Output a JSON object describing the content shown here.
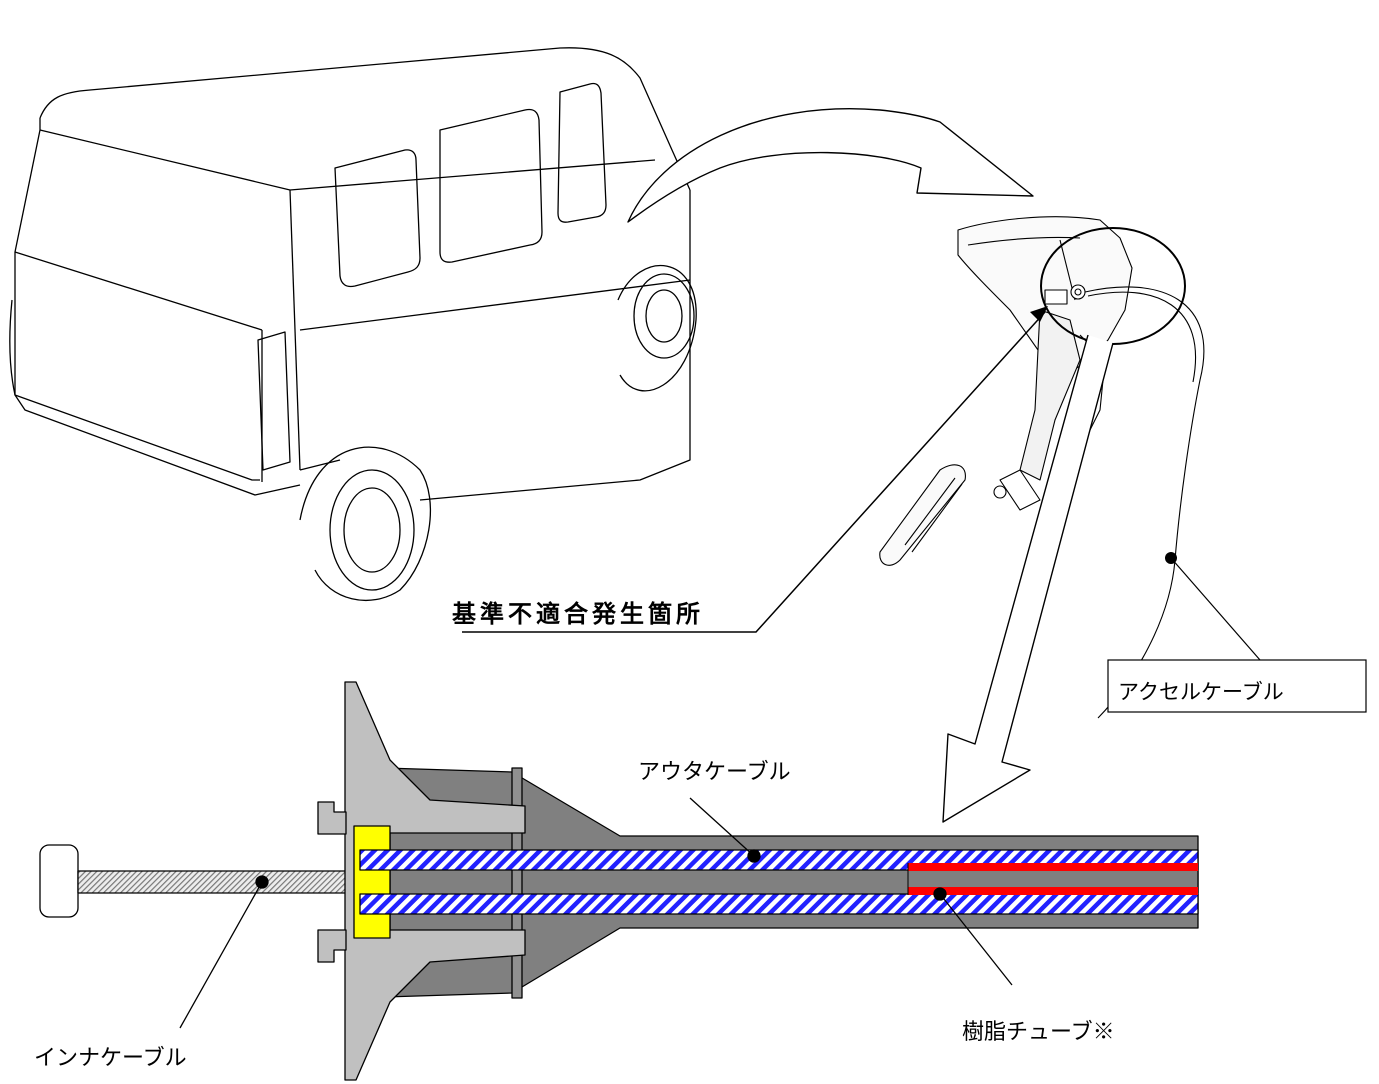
{
  "labels": {
    "defect_location": "基準不適合発生箇所",
    "accelerator_cable": "アクセルケーブル",
    "outer_cable": "アウタケーブル",
    "resin_tube": "樹脂チューブ※",
    "inner_cable": "インナケーブル"
  },
  "colors": {
    "outline": "#000000",
    "bracket_gray": "#c0c0c0",
    "housing_dark": "#808080",
    "jacket": "#707070",
    "liner_blue": "#2222ff",
    "resin_red": "#ff0000",
    "washer_yellow": "#ffff00",
    "inner_wire": "#d8d8d8"
  },
  "icons": [
    "van-illustration",
    "accelerator-pedal-illustration",
    "zoom-arrow-icon",
    "cable-cross-section"
  ]
}
